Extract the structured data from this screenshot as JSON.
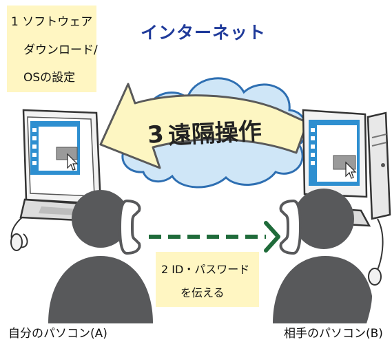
{
  "step1": {
    "line1": "1 ソフトウェア",
    "line2": "ダウンロード/",
    "line3": "OSの設定"
  },
  "internet_label": "インターネット",
  "step3": {
    "number": "3",
    "label": "遠隔操作"
  },
  "step2": {
    "line1": "2  ID・パスワード",
    "line2": "を伝える"
  },
  "caption_a": "自分のパソコン(A)",
  "caption_b": "相手のパソコン(B)",
  "colors": {
    "callout_bg": "#fff6c2",
    "internet_text": "#1f3a9a",
    "cloud_fill": "#cfe6f7",
    "cloud_stroke": "#2e6fb2",
    "arrow_fill": "#fdf6c2",
    "dashed_arrow": "#1f6b3a",
    "person": "#58595b",
    "screen_blue": "#2e8fd0"
  }
}
